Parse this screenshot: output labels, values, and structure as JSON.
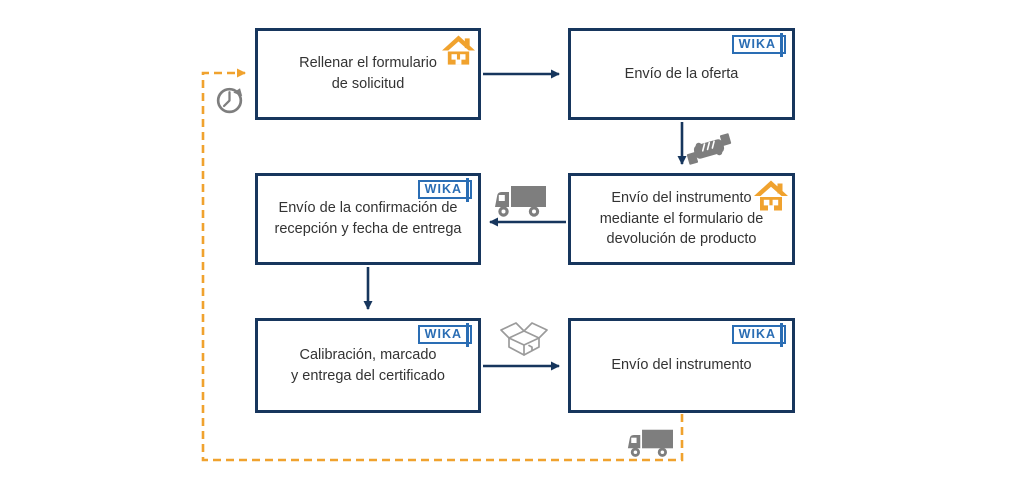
{
  "diagram": {
    "wika_logo_text": "WIKA",
    "colors": {
      "box_border_navy": "#17365d",
      "arrow_navy": "#17365d",
      "loop_dashed_orange": "#f0a22e",
      "house_orange": "#f0a22e",
      "icon_gray": "#7e7e7e",
      "wika_blue": "#2a6db4",
      "text": "#333333",
      "background": "#ffffff"
    },
    "boxes": [
      {
        "name": "fill-request-form",
        "corner_icon": "house-icon",
        "lines": [
          "Rellenar el formulario",
          "de solicitud"
        ]
      },
      {
        "name": "send-offer",
        "corner_icon": "wika-logo",
        "lines": [
          "Envío de la oferta"
        ]
      },
      {
        "name": "send-instrument-return-form",
        "corner_icon": "house-icon",
        "lines": [
          "Envío del  instrumento",
          "mediante el formulario de",
          "devolución de producto"
        ]
      },
      {
        "name": "send-confirmation-delivery-date",
        "corner_icon": "wika-logo",
        "lines": [
          "Envío de la confirmación de",
          "recepción y fecha de entrega"
        ]
      },
      {
        "name": "calibration-marking-certificate",
        "corner_icon": "wika-logo",
        "lines": [
          "Calibración, marcado",
          "y entrega del certificado"
        ]
      },
      {
        "name": "send-instrument",
        "corner_icon": "wika-logo",
        "lines": [
          "Envío del instrumento"
        ]
      }
    ],
    "connector_icons": [
      "history-clock-icon",
      "handshake-icon",
      "truck-icon",
      "package-icon",
      "truck-icon"
    ]
  }
}
